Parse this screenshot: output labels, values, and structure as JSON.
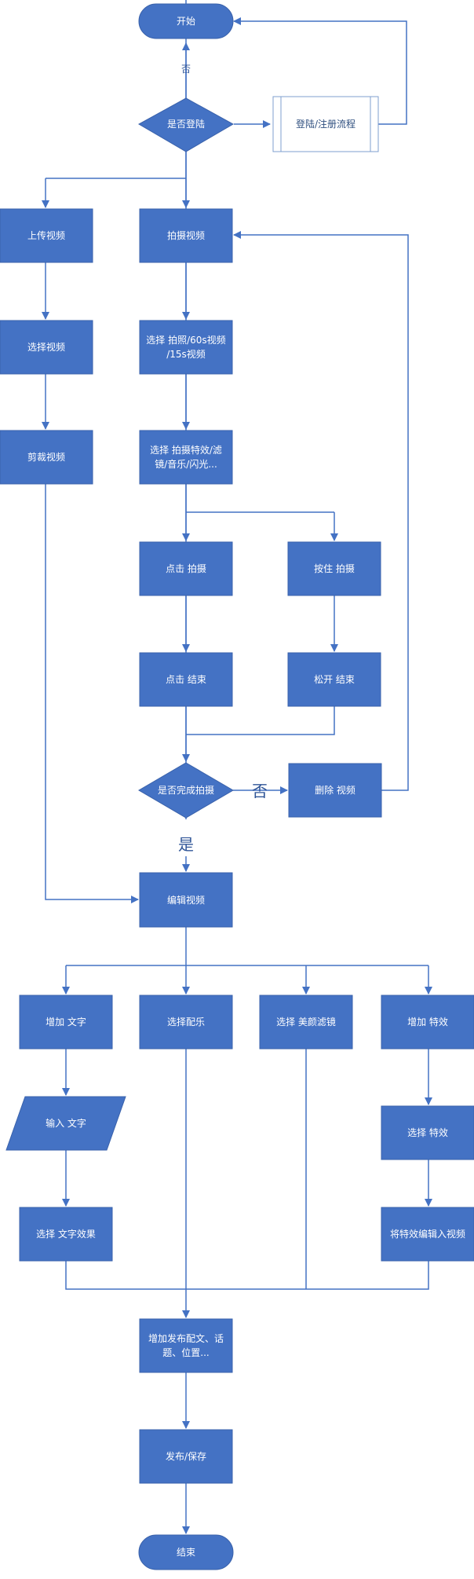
{
  "nodes": {
    "start": {
      "label": "开始"
    },
    "is_logged_in": {
      "label": "是否登陆"
    },
    "login_flow": {
      "label": "登陆/注册流程"
    },
    "upload_video": {
      "label": "上传视频"
    },
    "select_video": {
      "label": "选择视频"
    },
    "clip_video": {
      "label": "剪裁视频"
    },
    "shoot_video": {
      "label": "拍摄视频"
    },
    "choose_mode": {
      "lines": [
        "选择 拍照/60s视频",
        "/15s视频"
      ]
    },
    "choose_effects": {
      "lines": [
        "选择 拍摄特效/滤",
        "镜/音乐/闪光..."
      ]
    },
    "tap_shoot": {
      "label": "点击 拍摄"
    },
    "hold_shoot": {
      "label": "按住 拍摄"
    },
    "tap_end": {
      "label": "点击 结束"
    },
    "release_end": {
      "label": "松开 结束"
    },
    "shoot_done": {
      "label": "是否完成拍摄"
    },
    "delete_video": {
      "label": "删除 视频"
    },
    "edit_video": {
      "label": "编辑视频"
    },
    "add_text": {
      "label": "增加 文字"
    },
    "choose_music": {
      "label": "选择配乐"
    },
    "choose_beauty": {
      "label": "选择 美颜滤镜"
    },
    "add_effect": {
      "label": "增加 特效"
    },
    "input_text": {
      "label": "输入 文字"
    },
    "text_style": {
      "label": "选择 文字效果"
    },
    "select_effect": {
      "label": "选择 特效"
    },
    "apply_effect": {
      "label": "将特效编辑入视频"
    },
    "add_caption": {
      "lines": [
        "增加发布配文、话",
        "题、位置..."
      ]
    },
    "publish": {
      "label": "发布/保存"
    },
    "end": {
      "label": "结束"
    }
  },
  "edge_labels": {
    "not_logged": "否",
    "not_done": "否",
    "done": "是"
  },
  "colors": {
    "shape_fill": "#4472c4",
    "line": "#4472c4",
    "label_text": "#ffffff"
  }
}
